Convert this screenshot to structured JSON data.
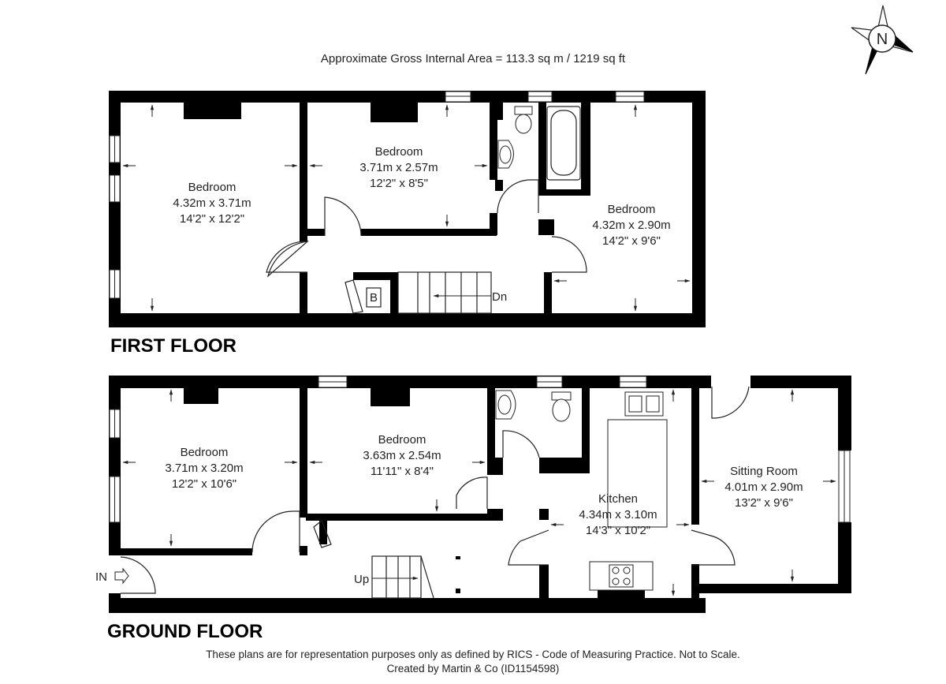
{
  "header": {
    "area_text": "Approximate Gross Internal Area = 113.3 sq m / 1219 sq ft",
    "compass_label": "N"
  },
  "first_floor": {
    "title": "FIRST FLOOR",
    "rooms": [
      {
        "name": "Bedroom",
        "metric": "4.32m x 3.71m",
        "imperial": "14'2\" x 12'2\""
      },
      {
        "name": "Bedroom",
        "metric": "3.71m x 2.57m",
        "imperial": "12'2\" x 8'5\""
      },
      {
        "name": "Bedroom",
        "metric": "4.32m x 2.90m",
        "imperial": "14'2\" x 9'6\""
      }
    ],
    "stairs_label": "Dn",
    "boiler_label": "B"
  },
  "ground_floor": {
    "title": "GROUND FLOOR",
    "rooms": [
      {
        "name": "Bedroom",
        "metric": "3.71m x 3.20m",
        "imperial": "12'2\" x 10'6\""
      },
      {
        "name": "Bedroom",
        "metric": "3.63m x 2.54m",
        "imperial": "11'11\" x 8'4\""
      },
      {
        "name": "Kitchen",
        "metric": "4.34m x 3.10m",
        "imperial": "14'3\" x 10'2\""
      },
      {
        "name": "Sitting Room",
        "metric": "4.01m x 2.90m",
        "imperial": "13'2\" x 9'6\""
      }
    ],
    "stairs_label": "Up",
    "entrance_label": "IN"
  },
  "footer": {
    "disclaimer": "These plans are for representation purposes only as defined by RICS - Code of Measuring Practice. Not to Scale.",
    "credit": "Created by Martin & Co (ID1154598)"
  }
}
